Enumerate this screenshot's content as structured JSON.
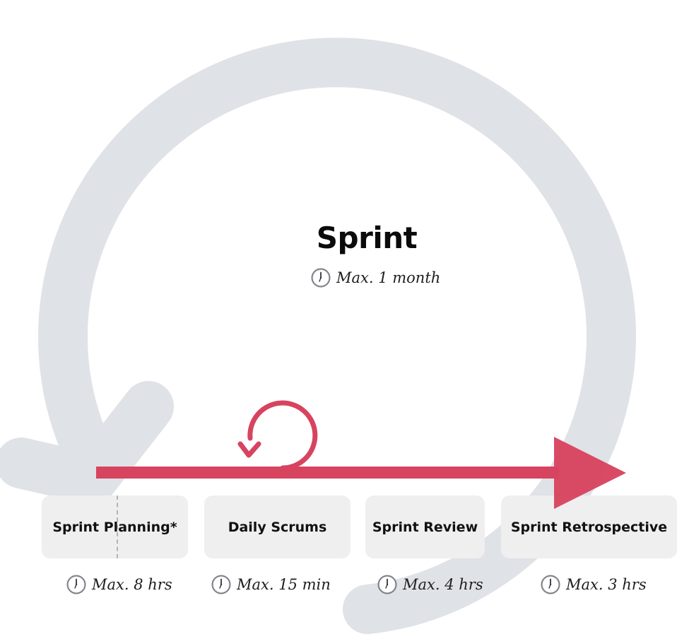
{
  "diagram": {
    "title": "Sprint",
    "sprint_timebox": "Max. 1 month",
    "events": [
      {
        "label": "Sprint Planning*",
        "timebox": "Max. 8 hrs"
      },
      {
        "label": "Daily Scrums",
        "timebox": "Max. 15 min"
      },
      {
        "label": "Sprint Review",
        "timebox": "Max. 4 hrs"
      },
      {
        "label": "Sprint Retrospective",
        "timebox": "Max. 3 hrs"
      }
    ],
    "icons": {
      "cycle": "cycle-arrow-icon",
      "clock": "clock-icon",
      "timeline": "timeline-arrow-icon",
      "loop": "daily-loop-icon"
    },
    "colors": {
      "cycle": "#dfe2e7",
      "arrow": "#d7445f",
      "box": "#efefef"
    }
  }
}
